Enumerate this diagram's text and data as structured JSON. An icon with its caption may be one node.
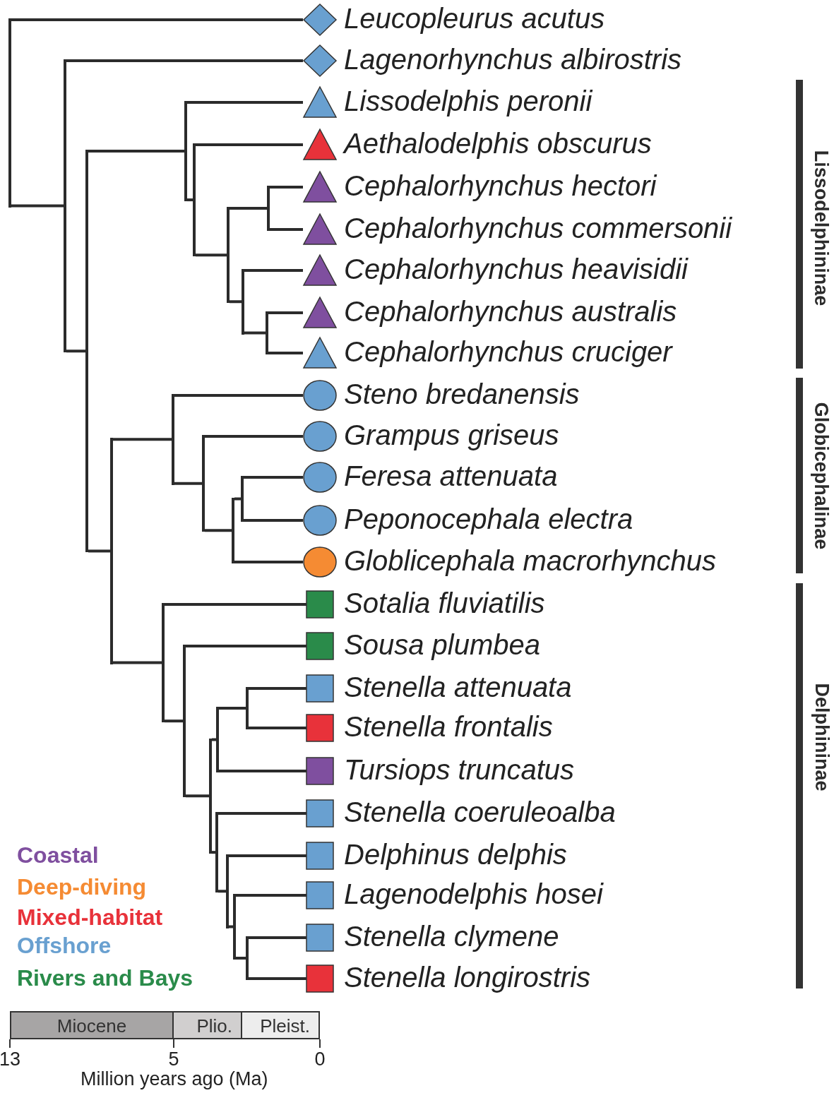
{
  "diagram": {
    "nodes": [
      {
        "text": [],
        "shape": "diamond",
        "beside": [
          "Leucopleurus acutus"
        ]
      },
      {
        "text": [],
        "shape": "diamond",
        "beside": [
          "Lagenorhynchus albirostris"
        ]
      },
      {
        "text": [],
        "shape": "triangle",
        "beside": [
          "Lissodelphis peronii"
        ]
      },
      {
        "text": [],
        "shape": "triangle",
        "beside": [
          "Aethalodelphis obscurus"
        ]
      },
      {
        "text": [],
        "shape": "triangle",
        "beside": [
          "Cephalorhynchus hectori"
        ]
      },
      {
        "text": [],
        "shape": "triangle",
        "beside": [
          "Cephalorhynchus commersonii"
        ]
      },
      {
        "text": [],
        "shape": "triangle",
        "beside": [
          "Cephalorhynchus heavisidii"
        ]
      },
      {
        "text": [],
        "shape": "triangle",
        "beside": [
          "Cephalorhynchus australis"
        ]
      },
      {
        "text": [],
        "shape": "triangle",
        "beside": [
          "Cephalorhynchus cruciger"
        ]
      },
      {
        "text": [],
        "shape": "circle",
        "beside": [
          "Steno bredanensis"
        ]
      },
      {
        "text": [],
        "shape": "circle",
        "beside": [
          "Grampus griseus"
        ]
      },
      {
        "text": [],
        "shape": "circle",
        "beside": [
          "Feresa attenuata"
        ]
      },
      {
        "text": [],
        "shape": "circle",
        "beside": [
          "Peponocephala electra"
        ]
      },
      {
        "text": [],
        "shape": "circle",
        "beside": [
          "Globlicephala macrorhynchus"
        ]
      },
      {
        "text": [],
        "shape": "square",
        "beside": [
          "Sotalia fluviatilis"
        ]
      },
      {
        "text": [],
        "shape": "square",
        "beside": [
          "Sousa plumbea"
        ]
      },
      {
        "text": [],
        "shape": "square",
        "beside": [
          "Stenella attenuata"
        ]
      },
      {
        "text": [],
        "shape": "square",
        "beside": [
          "Stenella frontalis"
        ]
      },
      {
        "text": [],
        "shape": "square",
        "beside": [
          "Tursiops truncatus"
        ]
      },
      {
        "text": [],
        "shape": "square",
        "beside": [
          "Stenella coeruleoalba"
        ]
      },
      {
        "text": [],
        "shape": "square",
        "beside": [
          "Delphinus delphis"
        ]
      },
      {
        "text": [],
        "shape": "square",
        "beside": [
          "Lagenodelphis hosei"
        ]
      },
      {
        "text": [],
        "shape": "square",
        "beside": [
          "Stenella clymene"
        ]
      },
      {
        "text": [],
        "shape": "square",
        "beside": [
          "Stenella longirostris"
        ]
      },
      {
        "text": [],
        "shape": "bar"
      },
      {
        "text": [],
        "shape": "bar"
      },
      {
        "text": [],
        "shape": "bar"
      },
      {
        "text": [],
        "shape": "bar"
      },
      {
        "text": [],
        "shape": "bar"
      },
      {
        "text": [],
        "shape": "bar"
      },
      {
        "text": [],
        "shape": "bar"
      },
      {
        "text": [],
        "shape": "bar"
      },
      {
        "text": [],
        "shape": "bar"
      },
      {
        "text": [],
        "shape": "bar"
      },
      {
        "text": [],
        "shape": "bar"
      },
      {
        "text": [],
        "shape": "bar"
      },
      {
        "text": [],
        "shape": "bar"
      },
      {
        "text": [],
        "shape": "bar"
      },
      {
        "text": [],
        "shape": "bar"
      },
      {
        "text": [],
        "shape": "bar"
      },
      {
        "text": [],
        "shape": "bar"
      },
      {
        "text": [],
        "shape": "bar"
      },
      {
        "text": [],
        "shape": "bar"
      },
      {
        "text": [],
        "shape": "bar"
      },
      {
        "text": [],
        "shape": "bar"
      },
      {
        "text": [],
        "shape": "bar"
      },
      {
        "text": [],
        "shape": "bar"
      }
    ],
    "edges": [
      {
        "from": 24,
        "to": 0,
        "arrow": "none"
      },
      {
        "from": 24,
        "to": 25,
        "arrow": "none"
      },
      {
        "from": 25,
        "to": 1,
        "arrow": "none"
      },
      {
        "from": 25,
        "to": 26,
        "arrow": "none"
      },
      {
        "from": 26,
        "to": 27,
        "arrow": "none"
      },
      {
        "from": 26,
        "to": 33,
        "arrow": "none"
      },
      {
        "from": 27,
        "to": 2,
        "arrow": "none"
      },
      {
        "from": 27,
        "to": 28,
        "arrow": "none"
      },
      {
        "from": 28,
        "to": 3,
        "arrow": "none"
      },
      {
        "from": 28,
        "to": 29,
        "arrow": "none"
      },
      {
        "from": 29,
        "to": 30,
        "arrow": "none"
      },
      {
        "from": 29,
        "to": 31,
        "arrow": "none"
      },
      {
        "from": 30,
        "to": 4,
        "arrow": "none"
      },
      {
        "from": 30,
        "to": 5,
        "arrow": "none"
      },
      {
        "from": 31,
        "to": 6,
        "arrow": "none"
      },
      {
        "from": 31,
        "to": 32,
        "arrow": "none"
      },
      {
        "from": 32,
        "to": 7,
        "arrow": "none"
      },
      {
        "from": 32,
        "to": 8,
        "arrow": "none"
      },
      {
        "from": 33,
        "to": 34,
        "arrow": "none"
      },
      {
        "from": 33,
        "to": 38,
        "arrow": "none"
      },
      {
        "from": 34,
        "to": 9,
        "arrow": "none"
      },
      {
        "from": 34,
        "to": 35,
        "arrow": "none"
      },
      {
        "from": 35,
        "to": 10,
        "arrow": "none"
      },
      {
        "from": 35,
        "to": 36,
        "arrow": "none"
      },
      {
        "from": 36,
        "to": 37,
        "arrow": "none"
      },
      {
        "from": 36,
        "to": 13,
        "arrow": "none"
      },
      {
        "from": 37,
        "to": 11,
        "arrow": "none"
      },
      {
        "from": 37,
        "to": 12,
        "arrow": "none"
      },
      {
        "from": 38,
        "to": 14,
        "arrow": "none"
      },
      {
        "from": 38,
        "to": 39,
        "arrow": "none"
      },
      {
        "from": 39,
        "to": 15,
        "arrow": "none"
      },
      {
        "from": 39,
        "to": 40,
        "arrow": "none"
      },
      {
        "from": 40,
        "to": 41,
        "arrow": "none"
      },
      {
        "from": 40,
        "to": 43,
        "arrow": "none"
      },
      {
        "from": 41,
        "to": 42,
        "arrow": "none"
      },
      {
        "from": 41,
        "to": 18,
        "arrow": "none"
      },
      {
        "from": 42,
        "to": 16,
        "arrow": "none"
      },
      {
        "from": 42,
        "to": 17,
        "arrow": "none"
      },
      {
        "from": 43,
        "to": 19,
        "arrow": "none"
      },
      {
        "from": 43,
        "to": 44,
        "arrow": "none"
      },
      {
        "from": 44,
        "to": 20,
        "arrow": "none"
      },
      {
        "from": 44,
        "to": 45,
        "arrow": "none"
      },
      {
        "from": 45,
        "to": 21,
        "arrow": "none"
      },
      {
        "from": 45,
        "to": 46,
        "arrow": "none"
      },
      {
        "from": 46,
        "to": 22,
        "arrow": "none"
      },
      {
        "from": 46,
        "to": 23,
        "arrow": "none"
      }
    ],
    "labels": [
      "Lissodelphininae",
      "Globicephalinae",
      "Delphininae",
      "Miocene",
      "Plio.",
      "Pleist.",
      "13",
      "5",
      "0",
      "Million years ago (Ma)"
    ],
    "legend": [
      {
        "text": "Coastal",
        "color": "#7f4f9f"
      },
      {
        "text": "Deep-diving",
        "color": "#f58b33"
      },
      {
        "text": "Mixed-habitat",
        "color": "#e8323a"
      },
      {
        "text": "Offshore",
        "color": "#69a0d0"
      },
      {
        "text": "Rivers and Bays",
        "color": "#2a8b4a"
      }
    ]
  }
}
